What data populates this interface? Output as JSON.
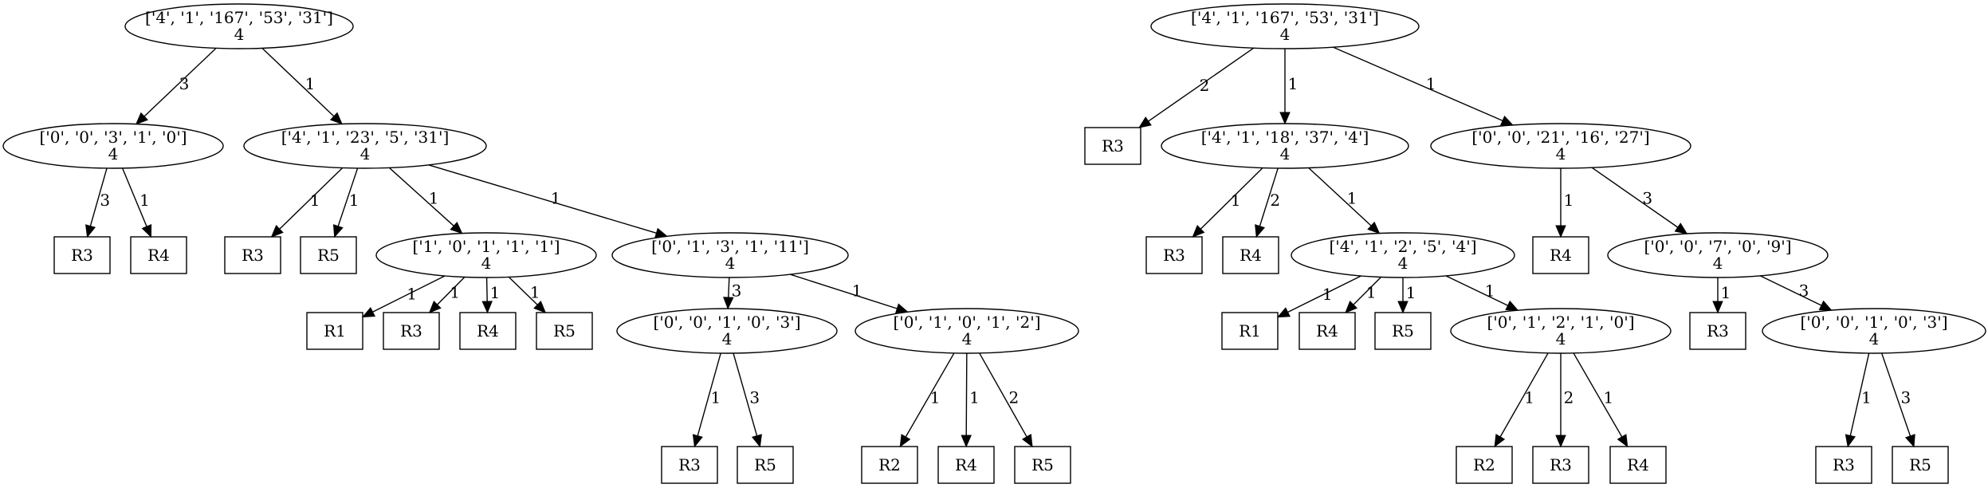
{
  "trees": [
    {
      "nodes": [
        {
          "id": "a0",
          "shape": "ellipse",
          "line1": "['4', '1', '167', '53', '31']",
          "line2": "4"
        },
        {
          "id": "a1",
          "shape": "ellipse",
          "line1": "['0', '0', '3', '1', '0']",
          "line2": "4"
        },
        {
          "id": "a2",
          "shape": "ellipse",
          "line1": "['4', '1', '23', '5', '31']",
          "line2": "4"
        },
        {
          "id": "a3",
          "shape": "box",
          "line1": "R3"
        },
        {
          "id": "a4",
          "shape": "box",
          "line1": "R4"
        },
        {
          "id": "a5",
          "shape": "box",
          "line1": "R3"
        },
        {
          "id": "a6",
          "shape": "box",
          "line1": "R5"
        },
        {
          "id": "a7",
          "shape": "ellipse",
          "line1": "['1', '0', '1', '1', '1']",
          "line2": "4"
        },
        {
          "id": "a8",
          "shape": "ellipse",
          "line1": "['0', '1', '3', '1', '11']",
          "line2": "4"
        },
        {
          "id": "a9",
          "shape": "box",
          "line1": "R1"
        },
        {
          "id": "a10",
          "shape": "box",
          "line1": "R3"
        },
        {
          "id": "a11",
          "shape": "box",
          "line1": "R4"
        },
        {
          "id": "a12",
          "shape": "box",
          "line1": "R5"
        },
        {
          "id": "a13",
          "shape": "ellipse",
          "line1": "['0', '0', '1', '0', '3']",
          "line2": "4"
        },
        {
          "id": "a14",
          "shape": "ellipse",
          "line1": "['0', '1', '0', '1', '2']",
          "line2": "4"
        },
        {
          "id": "a15",
          "shape": "box",
          "line1": "R3"
        },
        {
          "id": "a16",
          "shape": "box",
          "line1": "R5"
        },
        {
          "id": "a17",
          "shape": "box",
          "line1": "R2"
        },
        {
          "id": "a18",
          "shape": "box",
          "line1": "R4"
        },
        {
          "id": "a19",
          "shape": "box",
          "line1": "R5"
        }
      ],
      "edges": [
        {
          "from": "a0",
          "to": "a1",
          "label": "3"
        },
        {
          "from": "a0",
          "to": "a2",
          "label": "1"
        },
        {
          "from": "a1",
          "to": "a3",
          "label": "3"
        },
        {
          "from": "a1",
          "to": "a4",
          "label": "1"
        },
        {
          "from": "a2",
          "to": "a5",
          "label": "1"
        },
        {
          "from": "a2",
          "to": "a6",
          "label": "1"
        },
        {
          "from": "a2",
          "to": "a7",
          "label": "1"
        },
        {
          "from": "a2",
          "to": "a8",
          "label": "1"
        },
        {
          "from": "a7",
          "to": "a9",
          "label": "1"
        },
        {
          "from": "a7",
          "to": "a10",
          "label": "1"
        },
        {
          "from": "a7",
          "to": "a11",
          "label": "1"
        },
        {
          "from": "a7",
          "to": "a12",
          "label": "1"
        },
        {
          "from": "a8",
          "to": "a13",
          "label": "3"
        },
        {
          "from": "a8",
          "to": "a14",
          "label": "1"
        },
        {
          "from": "a13",
          "to": "a15",
          "label": "1"
        },
        {
          "from": "a13",
          "to": "a16",
          "label": "3"
        },
        {
          "from": "a14",
          "to": "a17",
          "label": "1"
        },
        {
          "from": "a14",
          "to": "a18",
          "label": "1"
        },
        {
          "from": "a14",
          "to": "a19",
          "label": "2"
        }
      ]
    },
    {
      "nodes": [
        {
          "id": "b0",
          "shape": "ellipse",
          "line1": "['4', '1', '167', '53', '31']",
          "line2": "4"
        },
        {
          "id": "b1",
          "shape": "box",
          "line1": "R3"
        },
        {
          "id": "b2",
          "shape": "ellipse",
          "line1": "['4', '1', '18', '37', '4']",
          "line2": "4"
        },
        {
          "id": "b3",
          "shape": "ellipse",
          "line1": "['0', '0', '21', '16', '27']",
          "line2": "4"
        },
        {
          "id": "b4",
          "shape": "box",
          "line1": "R3"
        },
        {
          "id": "b5",
          "shape": "box",
          "line1": "R4"
        },
        {
          "id": "b6",
          "shape": "ellipse",
          "line1": "['4', '1', '2', '5', '4']",
          "line2": "4"
        },
        {
          "id": "b7",
          "shape": "box",
          "line1": "R4"
        },
        {
          "id": "b8",
          "shape": "ellipse",
          "line1": "['0', '0', '7', '0', '9']",
          "line2": "4"
        },
        {
          "id": "b9",
          "shape": "box",
          "line1": "R1"
        },
        {
          "id": "b10",
          "shape": "box",
          "line1": "R4"
        },
        {
          "id": "b11",
          "shape": "box",
          "line1": "R5"
        },
        {
          "id": "b12",
          "shape": "ellipse",
          "line1": "['0', '1', '2', '1', '0']",
          "line2": "4"
        },
        {
          "id": "b13",
          "shape": "box",
          "line1": "R3"
        },
        {
          "id": "b14",
          "shape": "ellipse",
          "line1": "['0', '0', '1', '0', '3']",
          "line2": "4"
        },
        {
          "id": "b15",
          "shape": "box",
          "line1": "R2"
        },
        {
          "id": "b16",
          "shape": "box",
          "line1": "R3"
        },
        {
          "id": "b17",
          "shape": "box",
          "line1": "R4"
        },
        {
          "id": "b18",
          "shape": "box",
          "line1": "R3"
        },
        {
          "id": "b19",
          "shape": "box",
          "line1": "R5"
        }
      ],
      "edges": [
        {
          "from": "b0",
          "to": "b1",
          "label": "2"
        },
        {
          "from": "b0",
          "to": "b2",
          "label": "1"
        },
        {
          "from": "b0",
          "to": "b3",
          "label": "1"
        },
        {
          "from": "b2",
          "to": "b4",
          "label": "1"
        },
        {
          "from": "b2",
          "to": "b5",
          "label": "2"
        },
        {
          "from": "b2",
          "to": "b6",
          "label": "1"
        },
        {
          "from": "b3",
          "to": "b7",
          "label": "1"
        },
        {
          "from": "b3",
          "to": "b8",
          "label": "3"
        },
        {
          "from": "b6",
          "to": "b9",
          "label": "1"
        },
        {
          "from": "b6",
          "to": "b10",
          "label": "1"
        },
        {
          "from": "b6",
          "to": "b11",
          "label": "1"
        },
        {
          "from": "b6",
          "to": "b12",
          "label": "1"
        },
        {
          "from": "b8",
          "to": "b13",
          "label": "1"
        },
        {
          "from": "b8",
          "to": "b14",
          "label": "3"
        },
        {
          "from": "b12",
          "to": "b15",
          "label": "1"
        },
        {
          "from": "b12",
          "to": "b16",
          "label": "2"
        },
        {
          "from": "b12",
          "to": "b17",
          "label": "1"
        },
        {
          "from": "b14",
          "to": "b18",
          "label": "1"
        },
        {
          "from": "b14",
          "to": "b19",
          "label": "3"
        }
      ]
    }
  ]
}
